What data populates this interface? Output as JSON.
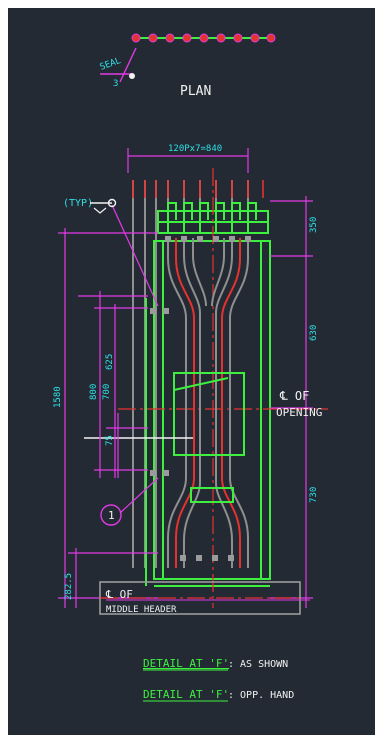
{
  "labels": {
    "plan": "PLAN",
    "seal_top": "SEAL",
    "seal_bottom": "3",
    "spacing": "120Px7=840",
    "typ": "(TYP)",
    "dim_top_right": "350",
    "dim_mid_right": "630",
    "dim_lower_right": "730",
    "opening_line1": "℄ OF",
    "opening_line2": "OPENING",
    "dim_left_total": "1580",
    "dim_left_800": "800",
    "dim_left_700": "700",
    "dim_left_625": "625",
    "dim_left_75": "75",
    "dim_left_bottom": "282.5",
    "callout_1": "1",
    "header_line1": "℄ OF",
    "header_line2": "MIDDLE HEADER",
    "detail1_label": "DETAIL AT 'F'",
    "detail1_note": ": AS SHOWN",
    "detail2_label": "DETAIL AT 'F'",
    "detail2_note": ": OPP. HAND"
  },
  "colors": {
    "background": "#232a33",
    "magenta": "#e23ae6",
    "green": "#3df040",
    "red": "#e4332f",
    "cyan": "#2fe0e8",
    "white": "#f2f2f2",
    "grey": "#9b9b9b"
  }
}
